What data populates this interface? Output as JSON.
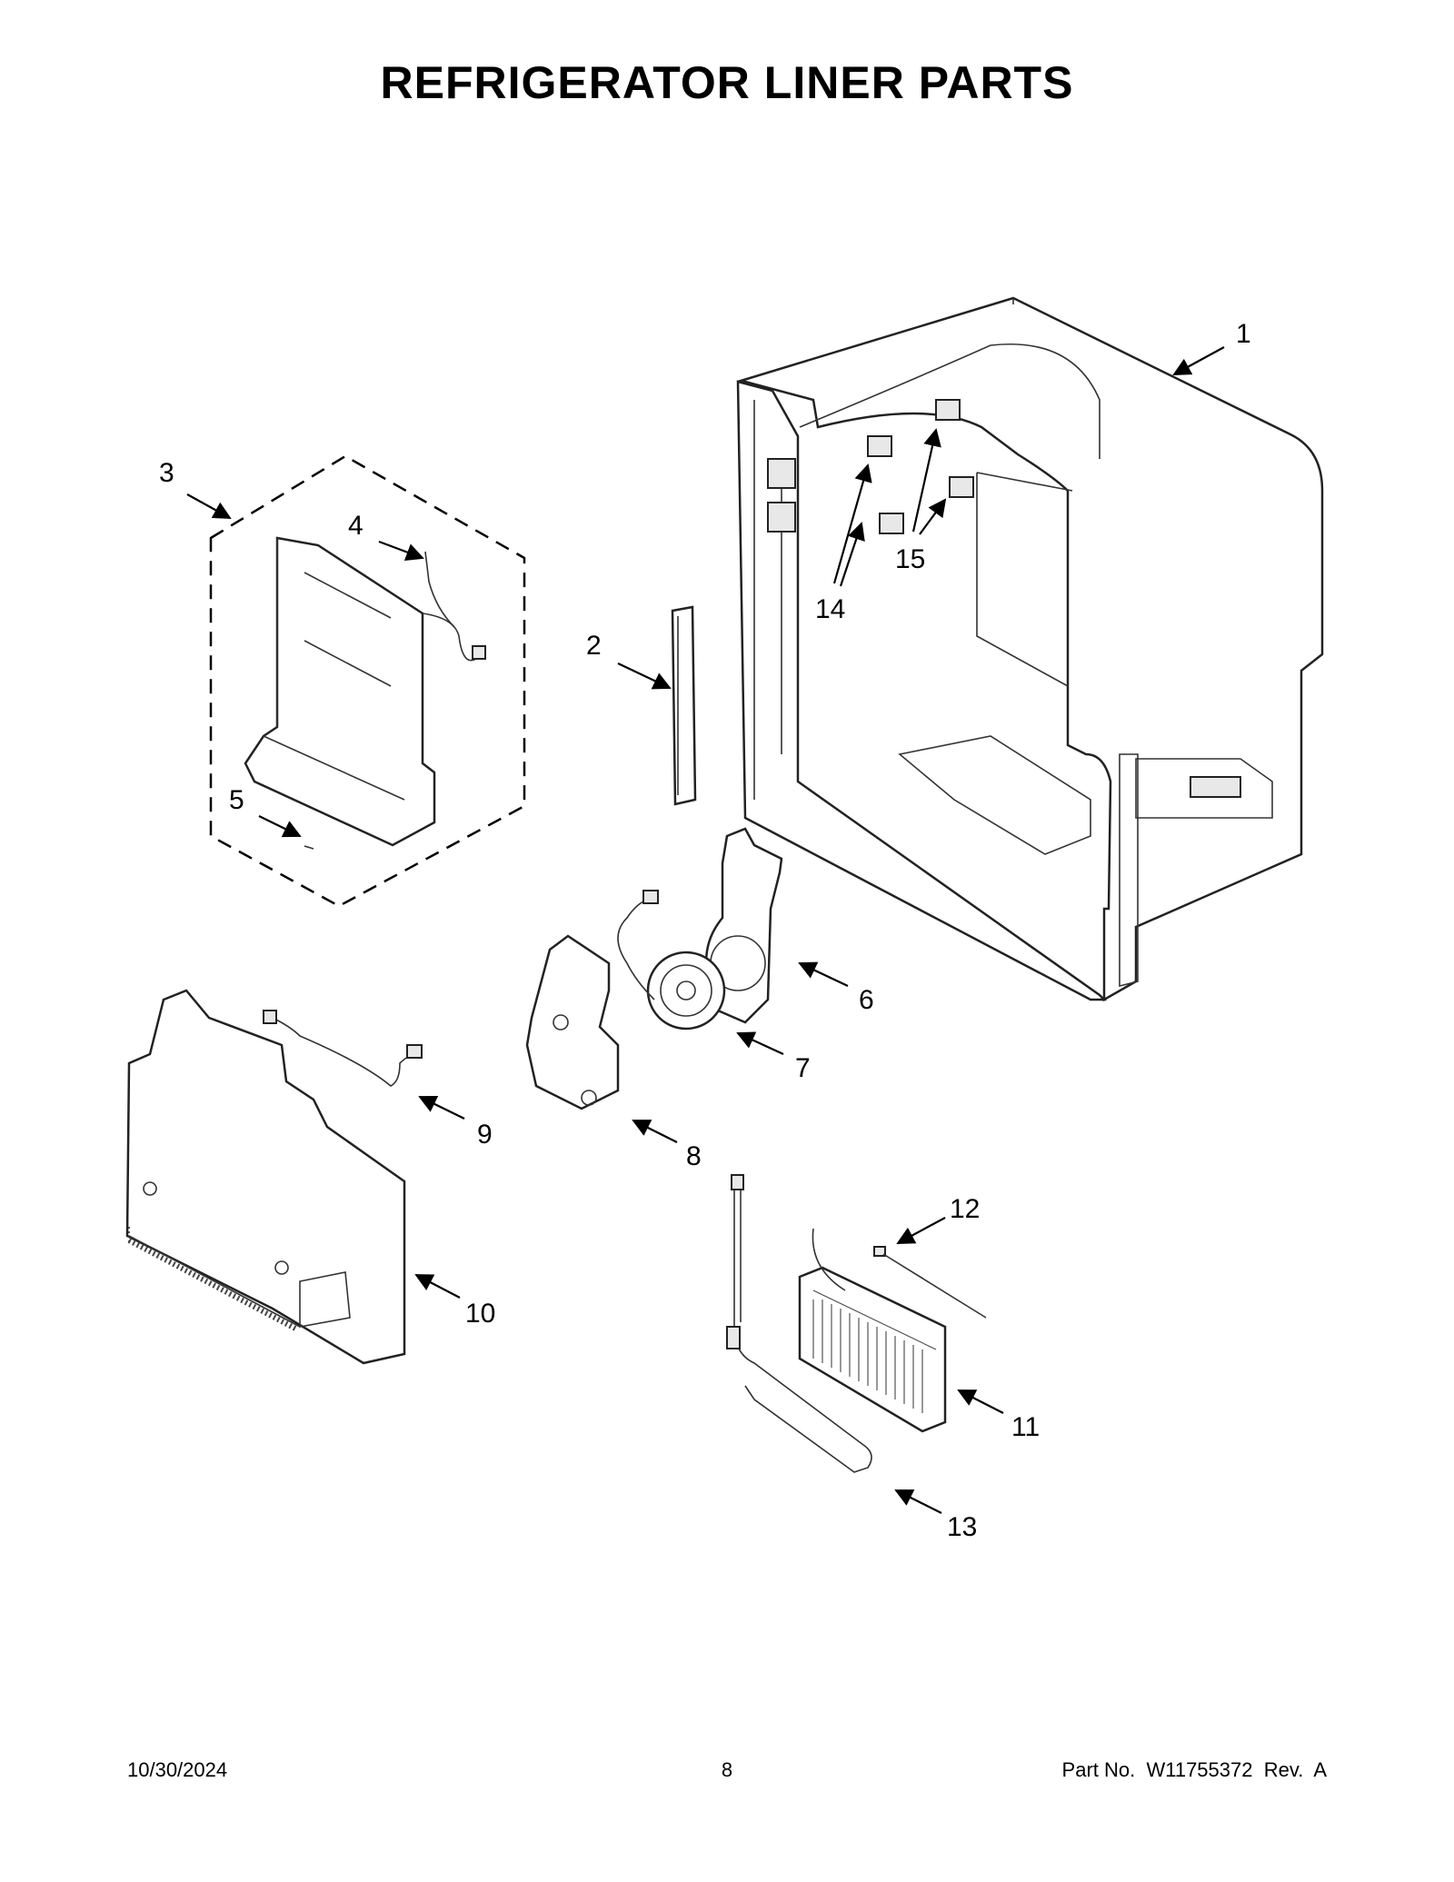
{
  "title": "REFRIGERATOR LINER PARTS",
  "footer": {
    "date": "10/30/2024",
    "page": "8",
    "part_info": "Part No.  W11755372  Rev.  A"
  },
  "callouts": [
    "1",
    "2",
    "3",
    "4",
    "5",
    "6",
    "7",
    "8",
    "9",
    "10",
    "11",
    "12",
    "13",
    "14",
    "15"
  ]
}
